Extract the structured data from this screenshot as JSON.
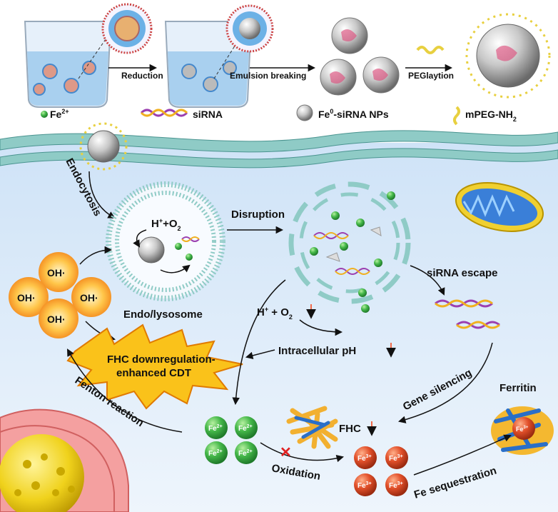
{
  "synthesis": {
    "step1": "Reduction",
    "step2": "Emulsion breaking",
    "step3": "PEGlaytion"
  },
  "legend": {
    "fe2": "Fe",
    "fe2_sup": "2+",
    "sirna": "siRNA",
    "nps_pre": "Fe",
    "nps_sup": "0",
    "nps_post": "-siRNA NPs",
    "peg_pre": "mPEG-NH",
    "peg_sub": "2"
  },
  "pathway": {
    "endocytosis": "Endocytosis",
    "h_o2_a": "H",
    "h_o2_plus": "+",
    "h_o2_b": "+O",
    "h_o2_sub": "2",
    "disruption": "Disruption",
    "endo_lysosome": "Endo/lysosome",
    "sirna_escape": "siRNA escape",
    "h_o2_low_a": "H",
    "h_o2_low_plus": "+",
    "h_o2_low_b": " + O",
    "h_o2_low_sub": "2",
    "intracellular_ph": "Intracellular  pH",
    "cdt_line1": "FHC downregulation-",
    "cdt_line2": "enhanced CDT",
    "fenton": "Fenton reaction",
    "gene_silencing": "Gene silencing",
    "ferritin": "Ferritin",
    "fhc": "FHC",
    "oxidation": "Oxidation",
    "fe_sequestration": "Fe sequestration",
    "oh_radical": "OH·",
    "fe2_ion": "Fe",
    "fe2_ion_sup": "2+",
    "fe3_ion": "Fe",
    "fe3_ion_sup": "3+"
  },
  "colors": {
    "green": "#3cb043",
    "red_ion": "#d8401e",
    "orange": "#f2a33a",
    "burst": "#f6a91f",
    "membrane": "#5aa9a5",
    "pink_arrow": "#f06a4a"
  }
}
